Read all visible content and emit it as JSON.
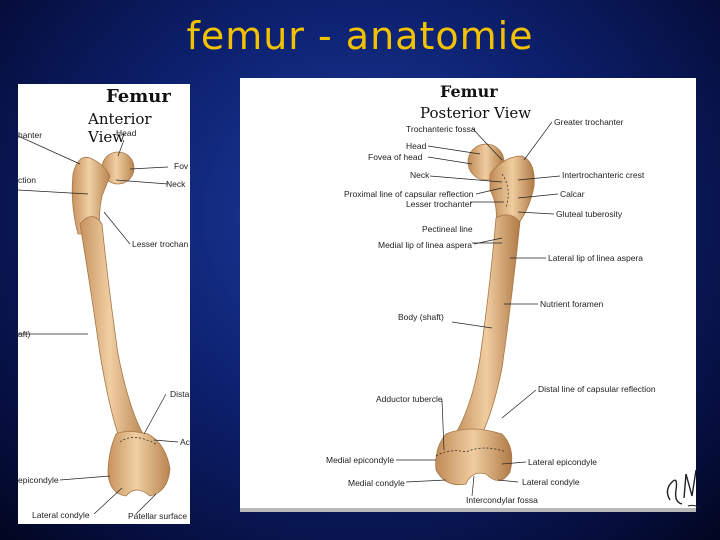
{
  "slide": {
    "title": "femur - anatomie"
  },
  "anterior": {
    "title": "Femur",
    "subtitle": "Anterior View",
    "labels": {
      "head": "Head",
      "trochanter": "hanter",
      "fovea": "Fov",
      "neck": "Neck",
      "intertrochanteric": "ction",
      "lesser_trochanter": "Lesser trochan",
      "shaft": "aft)",
      "distal": "Dista",
      "adductor": "Ac",
      "epicondyle": "epicondyle",
      "lateral_condyle": "Lateral condyle",
      "patellar_surface": "Patellar surface"
    }
  },
  "posterior": {
    "title": "Femur",
    "subtitle": "Posterior View",
    "labels": {
      "trochanteric_fossa": "Trochanteric fossa",
      "greater_trochanter": "Greater trochanter",
      "head": "Head",
      "fovea_of_head": "Fovea of head",
      "neck": "Neck",
      "intertrochanteric_crest": "Intertrochanteric crest",
      "proximal_line": "Proximal line of capsular reflection",
      "calcar": "Calcar",
      "lesser_trochanter": "Lesser trochanter",
      "gluteal_tuberosity": "Gluteal tuberosity",
      "pectineal_line": "Pectineal line",
      "medial_lip": "Medial lip of linea aspera",
      "lateral_lip": "Lateral lip of linea aspera",
      "nutrient_foramen": "Nutrient foramen",
      "body_shaft": "Body (shaft)",
      "distal_line": "Distal line of capsular reflection",
      "adductor_tubercle": "Adductor tubercle",
      "medial_epicondyle": "Medial epicondyle",
      "lateral_epicondyle": "Lateral epicondyle",
      "medial_condyle": "Medial condyle",
      "lateral_condyle": "Lateral condyle",
      "intercondylar_fossa": "Intercondylar fossa"
    }
  },
  "colors": {
    "title": "#f2c200",
    "bone": "#e3b98a",
    "bone_shade": "#b98a5a",
    "background": "#0d2170"
  }
}
